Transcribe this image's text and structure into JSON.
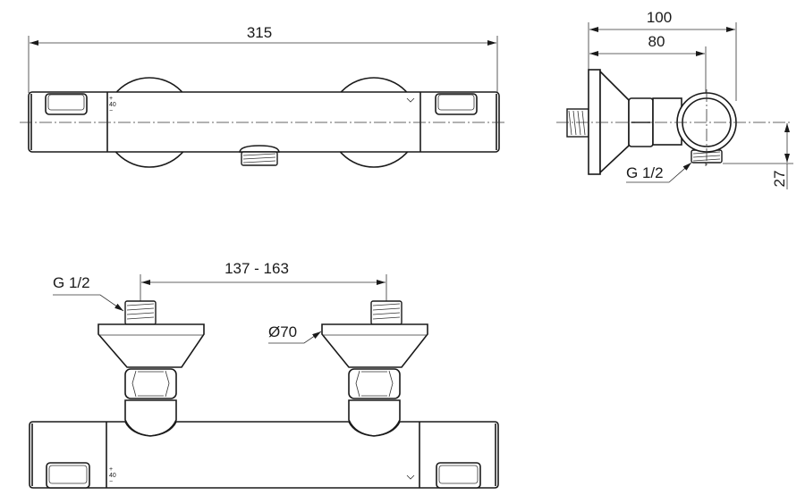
{
  "drawing": {
    "top_view": {
      "overall_length": "315",
      "control_marks": {
        "plus": "+",
        "forty": "40",
        "minus": "−"
      }
    },
    "side_view": {
      "depth_total": "100",
      "depth_axis": "80",
      "outlet_offset": "27",
      "outlet_thread": "G 1/2"
    },
    "front_view": {
      "center_distance": "137 - 163",
      "inlet_thread": "G 1/2",
      "plate_diameter": "Ø70"
    }
  }
}
